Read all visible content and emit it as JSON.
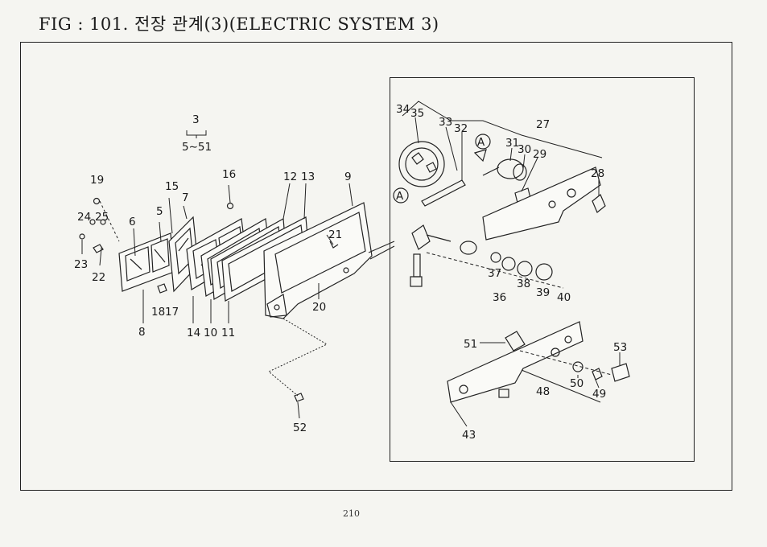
{
  "figure": {
    "title": "FIG : 101. 전장 관계(3)(ELECTRIC SYSTEM 3)",
    "page_number": "210"
  },
  "callouts": {
    "c3": "3",
    "c5_51": "5∼51",
    "c19": "19",
    "c15": "15",
    "c7": "7",
    "c16": "16",
    "c12": "12",
    "c13": "13",
    "c9": "9",
    "c24": "24",
    "c25": "25",
    "c6": "6",
    "c5": "5",
    "c21": "21",
    "c23": "23",
    "c22": "22",
    "c18": "18",
    "c17": "17",
    "c8": "8",
    "c14": "14",
    "c10": "10",
    "c11": "11",
    "c20": "20",
    "c52": "52",
    "c34": "34",
    "c35": "35",
    "c33": "33",
    "c32": "32",
    "c27": "27",
    "c31": "31",
    "c30": "30",
    "c29": "29",
    "c28": "28",
    "cA1": "A",
    "cA2": "A",
    "c37": "37",
    "c38": "38",
    "c39": "39",
    "c40": "40",
    "c36": "36",
    "c51": "51",
    "c53": "53",
    "c50": "50",
    "c49": "49",
    "c48": "48",
    "c43": "43"
  }
}
